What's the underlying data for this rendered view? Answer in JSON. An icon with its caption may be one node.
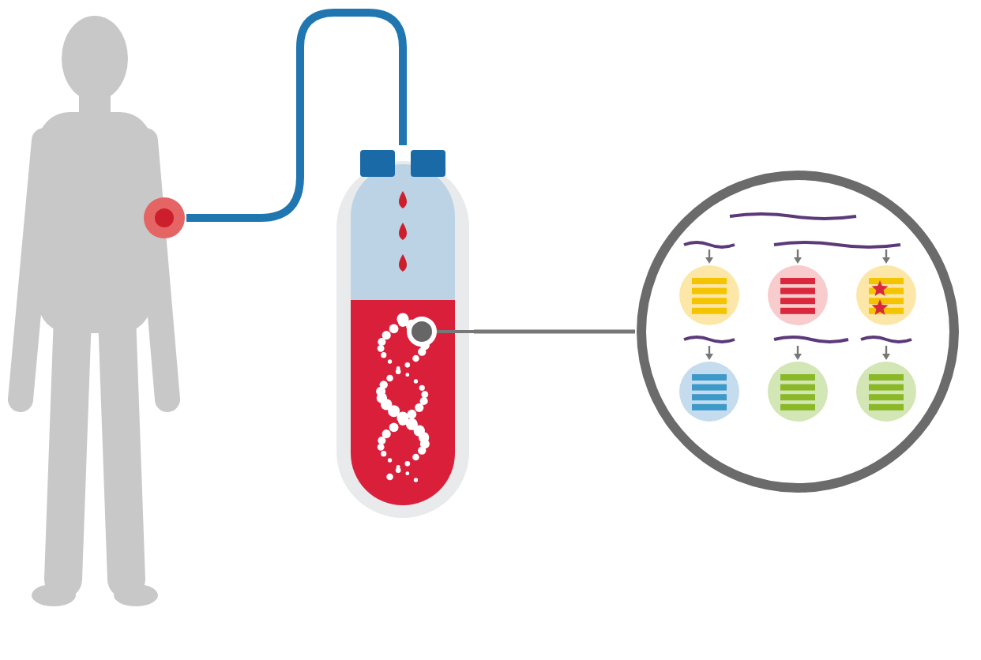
{
  "diagram": {
    "nodes": [
      {
        "text": [],
        "shape": "person"
      },
      {
        "text": [],
        "shape": "picture"
      },
      {
        "text": [],
        "shape": "circle"
      }
    ],
    "edges": [
      {
        "from": 0,
        "to": 1,
        "arrow": "none",
        "style": "thick",
        "color": "#1f76b0"
      },
      {
        "from": 1,
        "to": 2,
        "arrow": "none"
      }
    ]
  }
}
